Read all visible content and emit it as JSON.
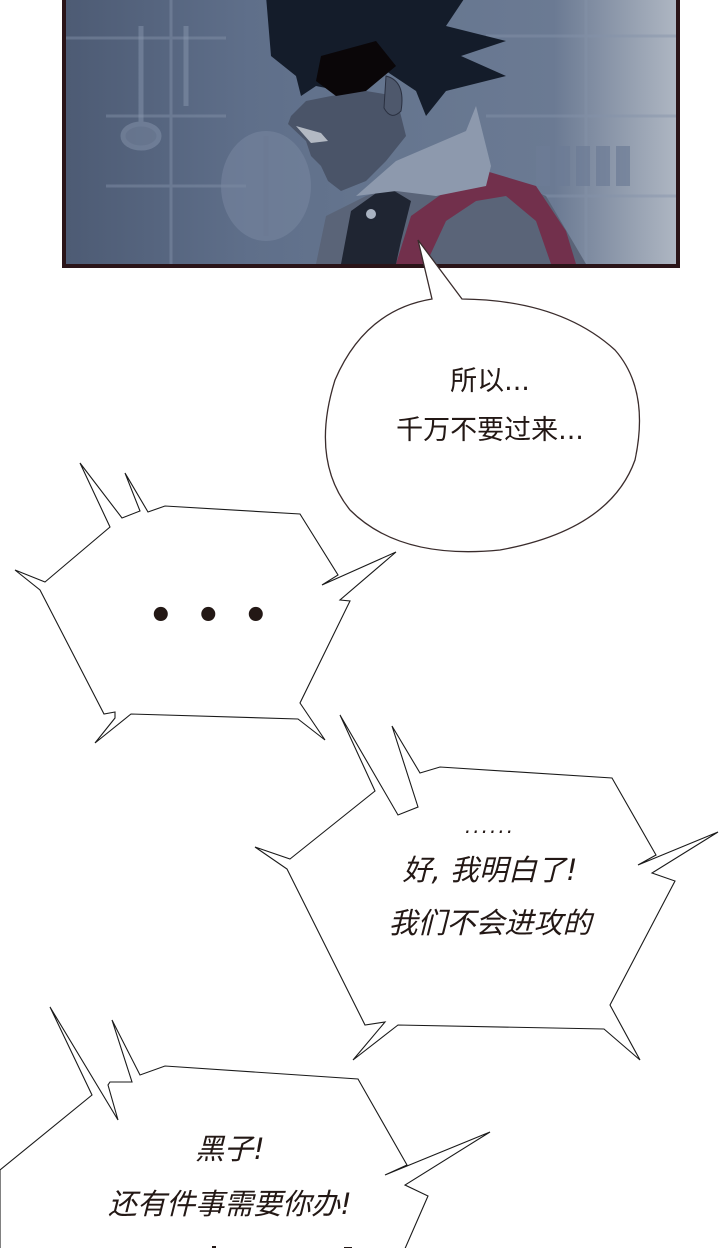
{
  "page": {
    "type": "webcomic-strip",
    "background_color": "#ffffff",
    "text_color": "#231815",
    "panel_border_color": "#2a1418"
  },
  "panel": {
    "description": "Dark-haired character in profile, eyes shadowed, wearing a high white collar and dark jacket with red strap, kitchen background with hanging utensils",
    "palette": {
      "hair": "#141c2a",
      "skin_shadow": "#4a5468",
      "collar": "#8a96aa",
      "jacket": "#1f2532",
      "strap": "#7a2a48",
      "background": "#5f6f8a"
    }
  },
  "bubbles": [
    {
      "shape": "oval",
      "lines": [
        "所以...",
        "千万不要过来..."
      ]
    },
    {
      "shape": "spiky",
      "lines": [
        "• • •"
      ]
    },
    {
      "shape": "spiky",
      "lines": [
        "......",
        "好, 我明白了!",
        "我们不会进攻的"
      ]
    },
    {
      "shape": "spiky",
      "lines": [
        "黑子!",
        "还有件事需要你办!"
      ],
      "partially_visible_line": "[text cut off]"
    }
  ]
}
